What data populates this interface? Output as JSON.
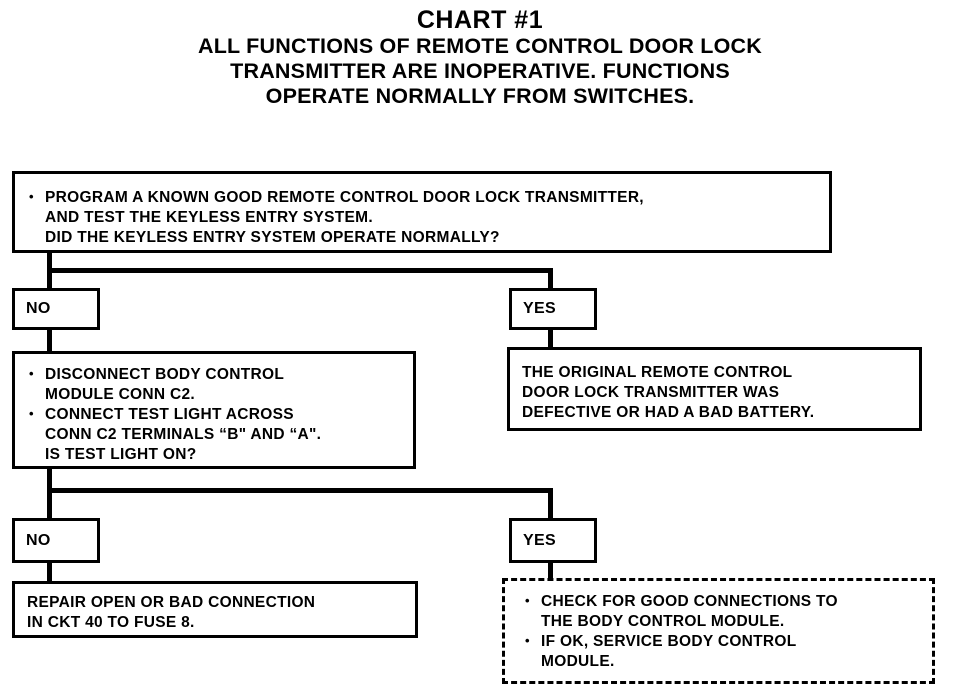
{
  "title": {
    "main": "CHART #1",
    "subtitle": "ALL FUNCTIONS OF REMOTE CONTROL DOOR LOCK\nTRANSMITTER ARE INOPERATIVE.  FUNCTIONS\nOPERATE NORMALLY FROM SWITCHES."
  },
  "nodes": {
    "step1": {
      "bullets": [
        "PROGRAM A KNOWN GOOD REMOTE CONTROL DOOR LOCK TRANSMITTER,\nAND TEST THE KEYLESS ENTRY SYSTEM.\nDID THE KEYLESS ENTRY SYSTEM OPERATE NORMALLY?"
      ]
    },
    "branch1_no": {
      "label": "NO"
    },
    "branch1_yes": {
      "label": "YES"
    },
    "step2": {
      "bullets": [
        "DISCONNECT BODY CONTROL\nMODULE CONN C2.",
        "CONNECT TEST LIGHT ACROSS\nCONN C2 TERMINALS “B\" AND “A\".\nIS TEST LIGHT ON?"
      ]
    },
    "result_yes1": {
      "text": "THE ORIGINAL REMOTE CONTROL\nDOOR LOCK TRANSMITTER WAS\nDEFECTIVE OR HAD A BAD BATTERY."
    },
    "branch2_no": {
      "label": "NO"
    },
    "branch2_yes": {
      "label": "YES"
    },
    "result_no2": {
      "text": "REPAIR OPEN OR BAD CONNECTION\nIN CKT 40 TO FUSE 8."
    },
    "result_yes2": {
      "bullets": [
        "CHECK FOR GOOD CONNECTIONS TO\nTHE BODY CONTROL MODULE.",
        "IF OK, SERVICE BODY CONTROL\nMODULE."
      ]
    }
  },
  "colors": {
    "ink": "#000000",
    "paper": "#ffffff"
  }
}
